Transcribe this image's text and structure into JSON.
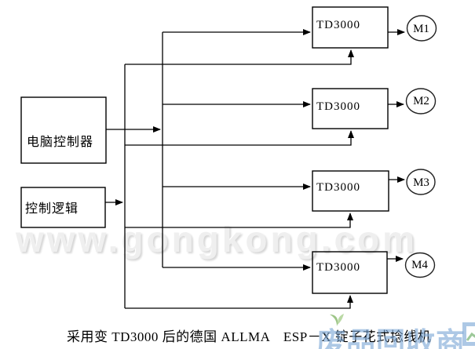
{
  "diagram": {
    "controller_boxes": [
      {
        "label": "电脑控制器"
      },
      {
        "label": "控制逻辑"
      }
    ],
    "drive_units": [
      {
        "drive_label": "TD3000",
        "motor_label": "M1"
      },
      {
        "drive_label": "TD3000",
        "motor_label": "M2"
      },
      {
        "drive_label": "TD3000",
        "motor_label": "M3"
      },
      {
        "drive_label": "TD3000",
        "motor_label": "M4"
      }
    ],
    "caption": "采用变 TD3000 后的德国 ALLMA　ESP－X 锭子花式捻线机",
    "line_color": "#000000"
  },
  "watermarks": {
    "center_text": "www.gongkong.com",
    "center_color": "#efefef",
    "bottom_right_text": "废品回收商",
    "bottom_right_color": "#7ba6d5",
    "sprout_color": "#8cbb72",
    "trend_arrow_color": "#9dc99a"
  }
}
